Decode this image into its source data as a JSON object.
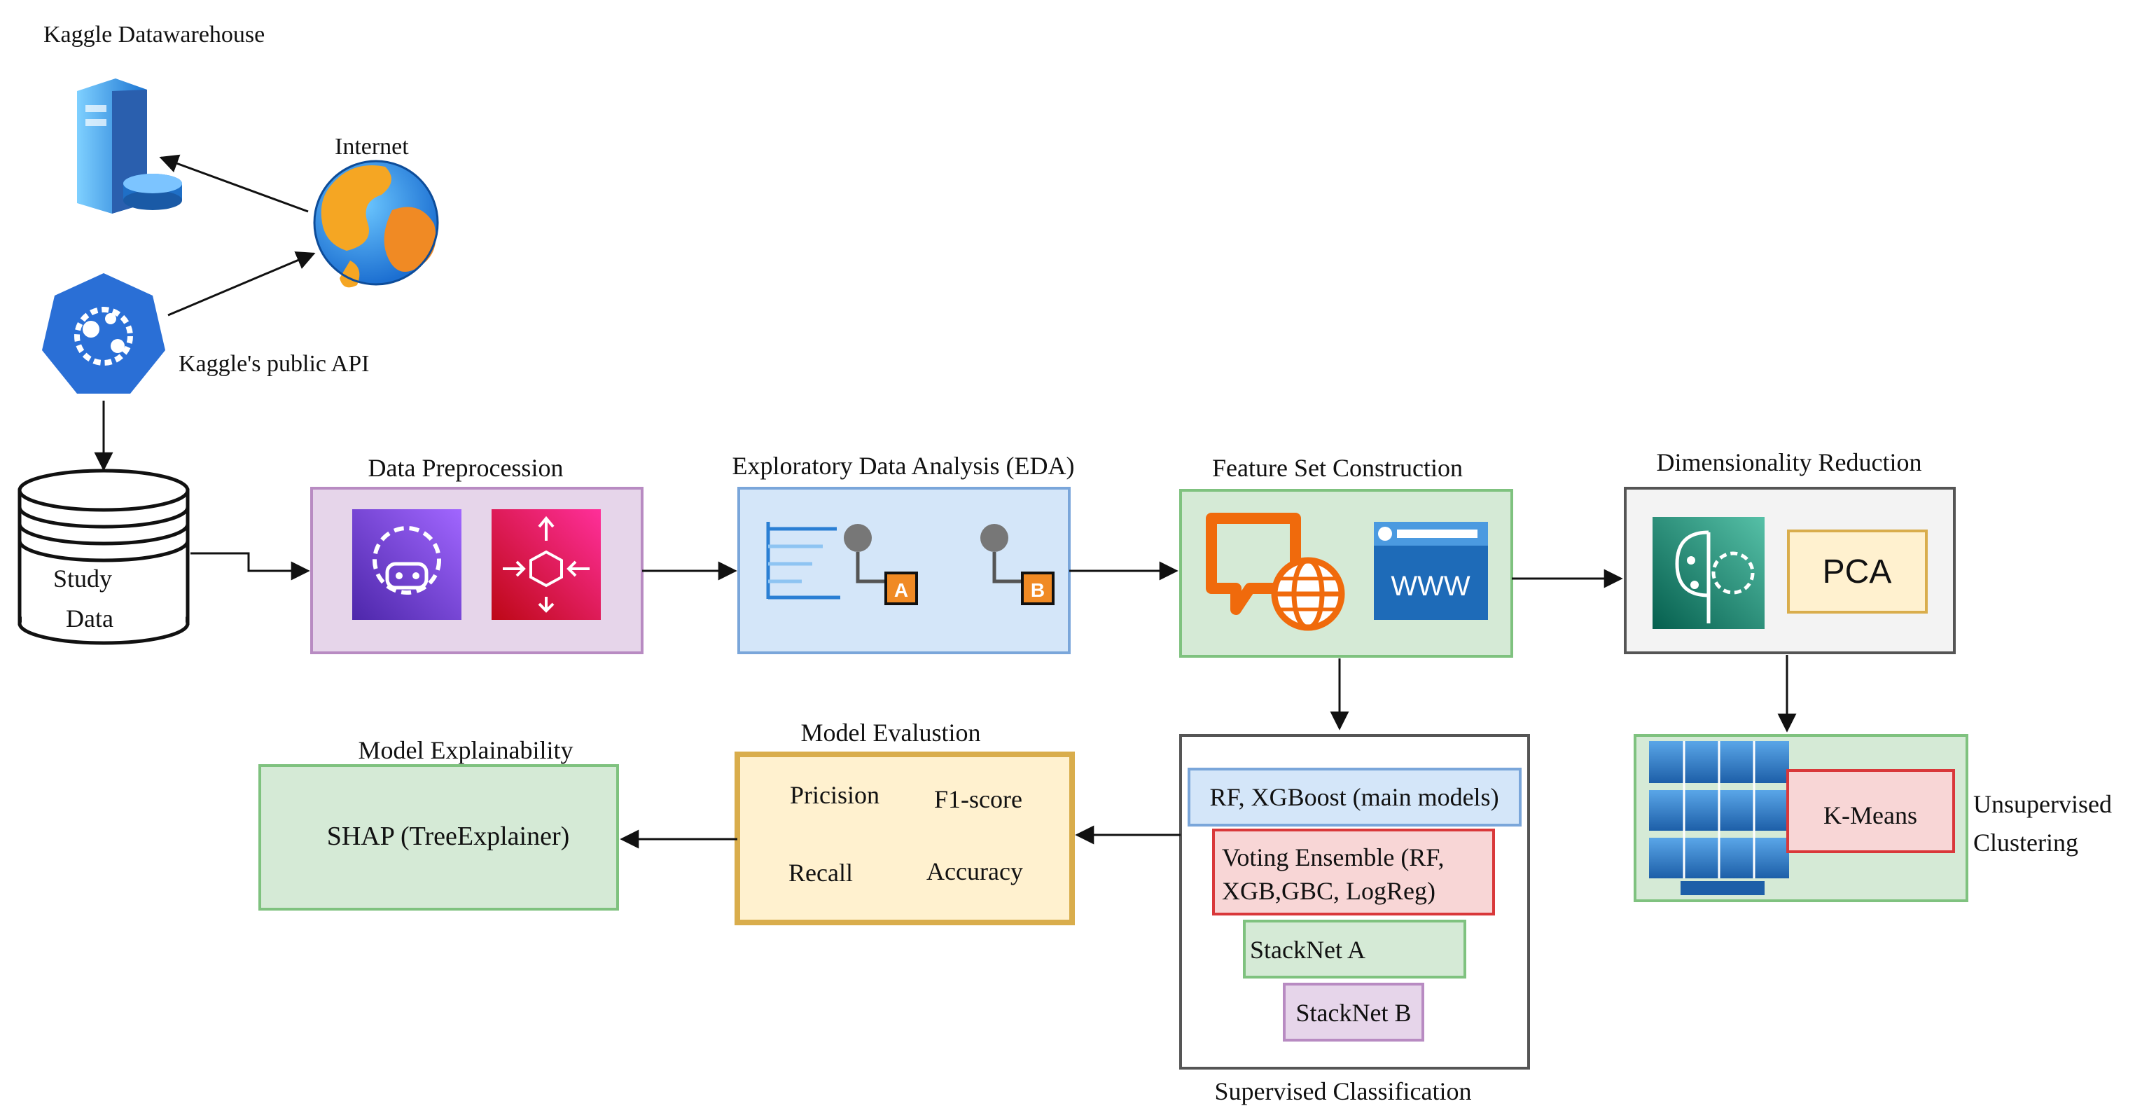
{
  "top": {
    "datawarehouse_label": "Kaggle Datawarehouse",
    "internet_label": "Internet",
    "api_label": "Kaggle's public API"
  },
  "study_data": {
    "line1": "Study",
    "line2": "Data"
  },
  "preprocessing": {
    "title": "Data Preprocession"
  },
  "eda": {
    "title": "Exploratory Data Analysis (EDA)",
    "badge_a": "A",
    "badge_b": "B"
  },
  "feature_set": {
    "title": "Feature Set Construction",
    "www_label": "WWW"
  },
  "dim_reduction": {
    "title": "Dimensionality Reduction",
    "pca_label": "PCA"
  },
  "clustering": {
    "kmeans_label": "K-Means",
    "caption_line1": "Unsupervised",
    "caption_line2": "Clustering"
  },
  "supervised": {
    "caption": "Supervised Classification",
    "models": [
      "RF, XGBoost (main models)",
      "Voting Ensemble (RF,",
      "XGB,GBC, LogReg)",
      "StackNet A",
      "StackNet B"
    ]
  },
  "evaluation": {
    "title": "Model Evalustion",
    "metrics": [
      "Pricision",
      "F1-score",
      "Recall",
      "Accuracy"
    ]
  },
  "explainability": {
    "title": "Model Explainability",
    "method": "SHAP (TreeExplainer)"
  },
  "colors": {
    "purple_box": "#e6d5ea",
    "purple_border": "#b88bc2",
    "blue_box": "#d4e6f9",
    "blue_border": "#7aa6da",
    "green_box": "#d5ead6",
    "green_border": "#7fc27f",
    "yellow_box": "#fff1cf",
    "yellow_border": "#d9ad4c",
    "red_box": "#f8d6d6",
    "red_border": "#d9383a",
    "gray_border": "#555555"
  }
}
